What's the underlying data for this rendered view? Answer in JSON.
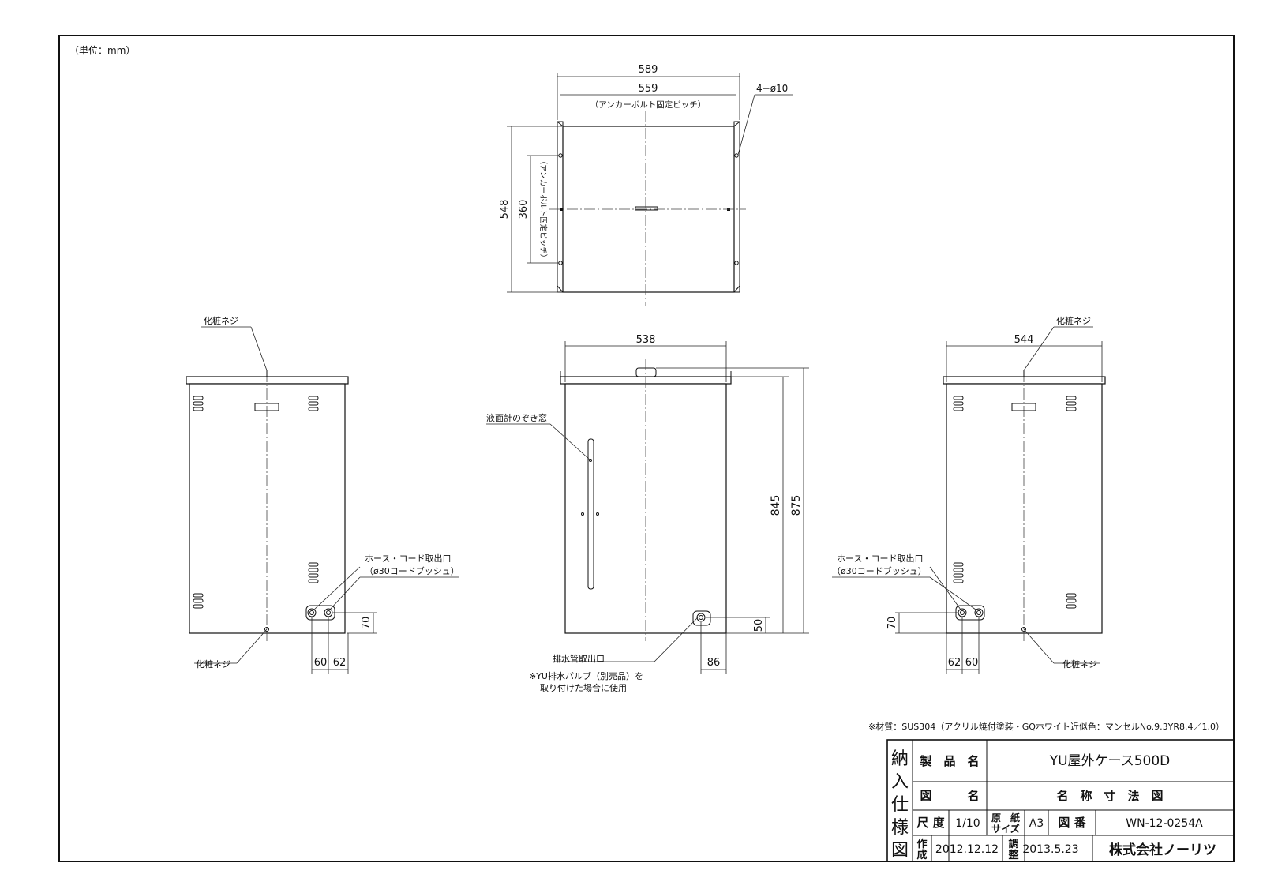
{
  "unit_note": "（単位：mm）",
  "material_note": "※材質：SUS304（アクリル焼付塗装・GQホワイト近似色：マンセルNo.9.3YR8.4／1.0）",
  "top_view": {
    "dim_overall": "589",
    "dim_pitch": "559",
    "pitch_note": "（アンカーボルト固定ピッチ）",
    "hole_note": "4−ø10",
    "dim_depth": "548",
    "dim_depth_pitch": "360",
    "depth_pitch_note": "（アンカーボルト固定ピッチ）"
  },
  "left_view": {
    "screw_top": "化粧ネジ",
    "screw_bottom": "化粧ネジ",
    "outlet_label": "ホース・コード取出口",
    "outlet_sub": "（ø30コードブッシュ）",
    "dim_height": "70",
    "dim_a": "60",
    "dim_b": "62"
  },
  "front_view": {
    "dim_width": "538",
    "window_label": "液面計のぞき窓",
    "dim_845": "845",
    "dim_875": "875",
    "dim_50": "50",
    "dim_86": "86",
    "drain_label": "排水管取出口",
    "drain_note1": "※YU排水バルブ（別売品）を",
    "drain_note2": "取り付けた場合に使用"
  },
  "right_view": {
    "screw_top": "化粧ネジ",
    "screw_bottom": "化粧ネジ",
    "dim_width": "544",
    "outlet_label": "ホース・コード取出口",
    "outlet_sub": "（ø30コードブッシュ）",
    "dim_height": "70",
    "dim_a": "62",
    "dim_b": "60"
  },
  "title_block": {
    "side_chars": [
      "納",
      "入",
      "仕",
      "様",
      "図"
    ],
    "product_label": "製　品　名",
    "product_value": "YU屋外ケース500D",
    "drawing_label": "図　　　名",
    "drawing_value": "名　称　寸　法　図",
    "scale_label": "尺 度",
    "scale_value": "1/10",
    "paper_label_1": "原　紙",
    "paper_label_2": "サイズ",
    "paper_value": "A3",
    "number_label": "図 番",
    "number_value": "WN-12-0254A",
    "created_label_1": "作",
    "created_label_2": "成",
    "created_value": "2012.12.12",
    "adjusted_label_1": "調",
    "adjusted_label_2": "整",
    "adjusted_value": "2013.5.23",
    "company": "株式会社ノーリツ"
  }
}
